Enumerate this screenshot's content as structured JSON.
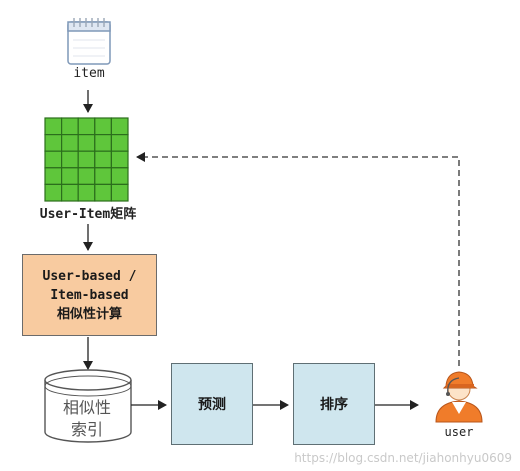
{
  "nodes": {
    "item_label": "item",
    "matrix_label": "User-Item矩阵",
    "similarity": {
      "line1": "User-based /",
      "line2": "Item-based",
      "line3": "相似性计算"
    },
    "index": {
      "line1": "相似性",
      "line2": "索引"
    },
    "predict_label": "预测",
    "sort_label": "排序",
    "user_label": "user"
  },
  "watermark": "https://blog.csdn.net/jiahonhyu0609",
  "colors": {
    "matrix_fill": "#5fc63b",
    "matrix_grid": "#2b6e1c",
    "similarity_fill": "#f8cba0",
    "process_fill": "#cfe6ee",
    "user_orange": "#f07c2a"
  }
}
